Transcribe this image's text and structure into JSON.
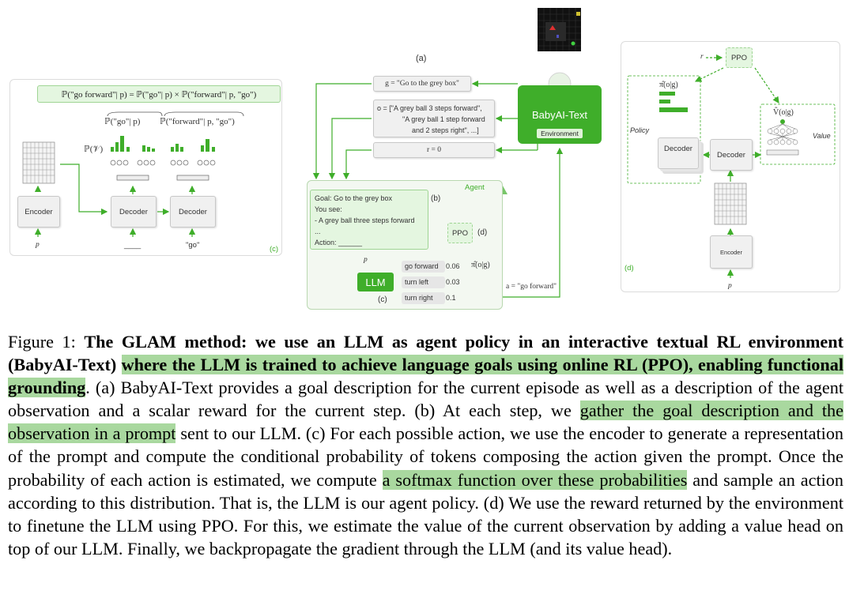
{
  "figure": {
    "panel_c": {
      "formula": "ℙ(\"go forward\"| p) = ℙ(\"go\"| p) × ℙ(\"forward\"| p, \"go\")",
      "brace_left": "ℙ(\"go\"| p)",
      "brace_right": "ℙ(\"forward\"| p, \"go\")",
      "vocab_prob": "ℙ(𝒱)",
      "encoder": "Encoder",
      "decoder": "Decoder",
      "input_p": "p",
      "input_blank": "____",
      "input_go": "\"go\"",
      "tag": "(c)"
    },
    "panel_a": {
      "label": "(a)",
      "goal": "g = \"Go to the grey box\"",
      "obs_line1": "o = [\"A grey ball 3 steps forward\",",
      "obs_line2": "\"A grey ball 1 step forward",
      "obs_line3": "and 2 steps right\",     ...]",
      "reward": "r = 0",
      "env_title": "BabyAI-Text",
      "env_badge": "Environment"
    },
    "panel_b": {
      "agent_label": "Agent",
      "prompt_lines": [
        "Goal: Go to the grey box",
        "You see:",
        "- A grey ball three steps forward",
        "...",
        "Action: ______"
      ],
      "prompt_tag": "(b)",
      "ppo": "PPO",
      "ppo_tag": "(d)",
      "p_label": "p",
      "llm": "LLM",
      "c_tag": "(c)",
      "actions": [
        {
          "name": "go forward",
          "prob": "0.06"
        },
        {
          "name": "turn left",
          "prob": "0.03"
        },
        {
          "name": "turn right",
          "prob": "0.1"
        }
      ],
      "pi_label": "π̂(o|g)",
      "action_out": "a = \"go forward\""
    },
    "panel_d": {
      "r_label": "r",
      "ppo": "PPO",
      "pi_label": "π̂(o|g)",
      "v_label": "V̂(o|g)",
      "policy": "Policy",
      "value": "Value",
      "decoder": "Decoder",
      "encoder": "Encoder",
      "input_p": "p",
      "tag": "(d)"
    }
  },
  "caption": {
    "prefix": "Figure 1: ",
    "bold": "The GLAM method: we use an LLM as agent policy in an interactive textual RL environment (BabyAI-Text) ",
    "bold_hl": "where the LLM is trained to achieve language goals using online RL (PPO), enabling functional grounding",
    "t1": ". (a) BabyAI-Text provides a goal description for the current episode as well as a description of the agent observation and a scalar reward for the current step. (b) At each step, we ",
    "hl1": "gather the goal description and the observation in a prompt",
    "t2": " sent to our LLM. (c) For each possible action, we use the encoder to generate a representation of the prompt and compute the conditional probability of tokens composing the action given the prompt. Once the probability of each action is estimated, we compute ",
    "hl2": "a softmax function over these probabilities",
    "t3": " and sample an action according to this distribution. That is, the LLM is our agent policy. (d) We use the reward returned by the environment to finetune the LLM using PPO. For this, we estimate the value of the current observation by adding a value head on top of our LLM. Finally, we backpropagate the gradient through the LLM (and its value head)."
  },
  "colors": {
    "green": "#3fae2a",
    "light_green": "#e4f6e0",
    "highlight": "#a9d89f"
  }
}
